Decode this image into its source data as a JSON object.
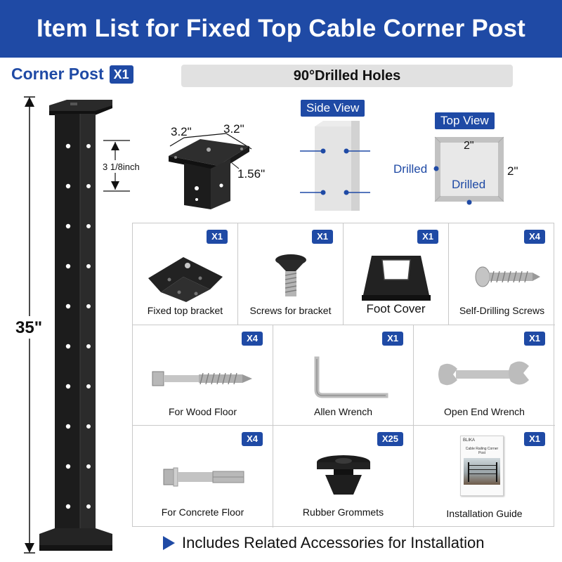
{
  "title": "Item List for Fixed Top Cable Corner Post",
  "corner_post": {
    "label": "Corner Post",
    "qty": "X1",
    "height": "35\""
  },
  "drilled_holes": "90°Drilled Holes",
  "dimensions": {
    "w1": "3.2\"",
    "w2": "3.2\"",
    "h": "1.56\"",
    "spacing": "3 1/8inch"
  },
  "side_view": {
    "label": "Side View"
  },
  "top_view": {
    "label": "Top View",
    "size_top": "2\"",
    "size_right": "2\"",
    "drilled_left": "Drilled",
    "drilled_bottom": "Drilled"
  },
  "items": [
    {
      "name": "Fixed top bracket",
      "qty": "X1"
    },
    {
      "name": "Screws for bracket",
      "qty": "X1"
    },
    {
      "name": "Foot Cover",
      "qty": "X1"
    },
    {
      "name": "Self-Drilling Screws",
      "qty": "X4"
    },
    {
      "name": "For Wood Floor",
      "qty": "X4"
    },
    {
      "name": "Allen Wrench",
      "qty": "X1"
    },
    {
      "name": "Open End Wrench",
      "qty": "X1"
    },
    {
      "name": "For Concrete Floor",
      "qty": "X4"
    },
    {
      "name": "Rubber Grommets",
      "qty": "X25"
    },
    {
      "name": "Installation Guide",
      "qty": "X1"
    }
  ],
  "guide": {
    "brand": "BLIKA",
    "title": "Cable Railing Corner Post"
  },
  "footer": "Includes Related Accessories for Installation",
  "colors": {
    "brand_blue": "#1f4aa5",
    "post_black": "#1c1c1c",
    "panel_gray": "#e1e1e1"
  }
}
